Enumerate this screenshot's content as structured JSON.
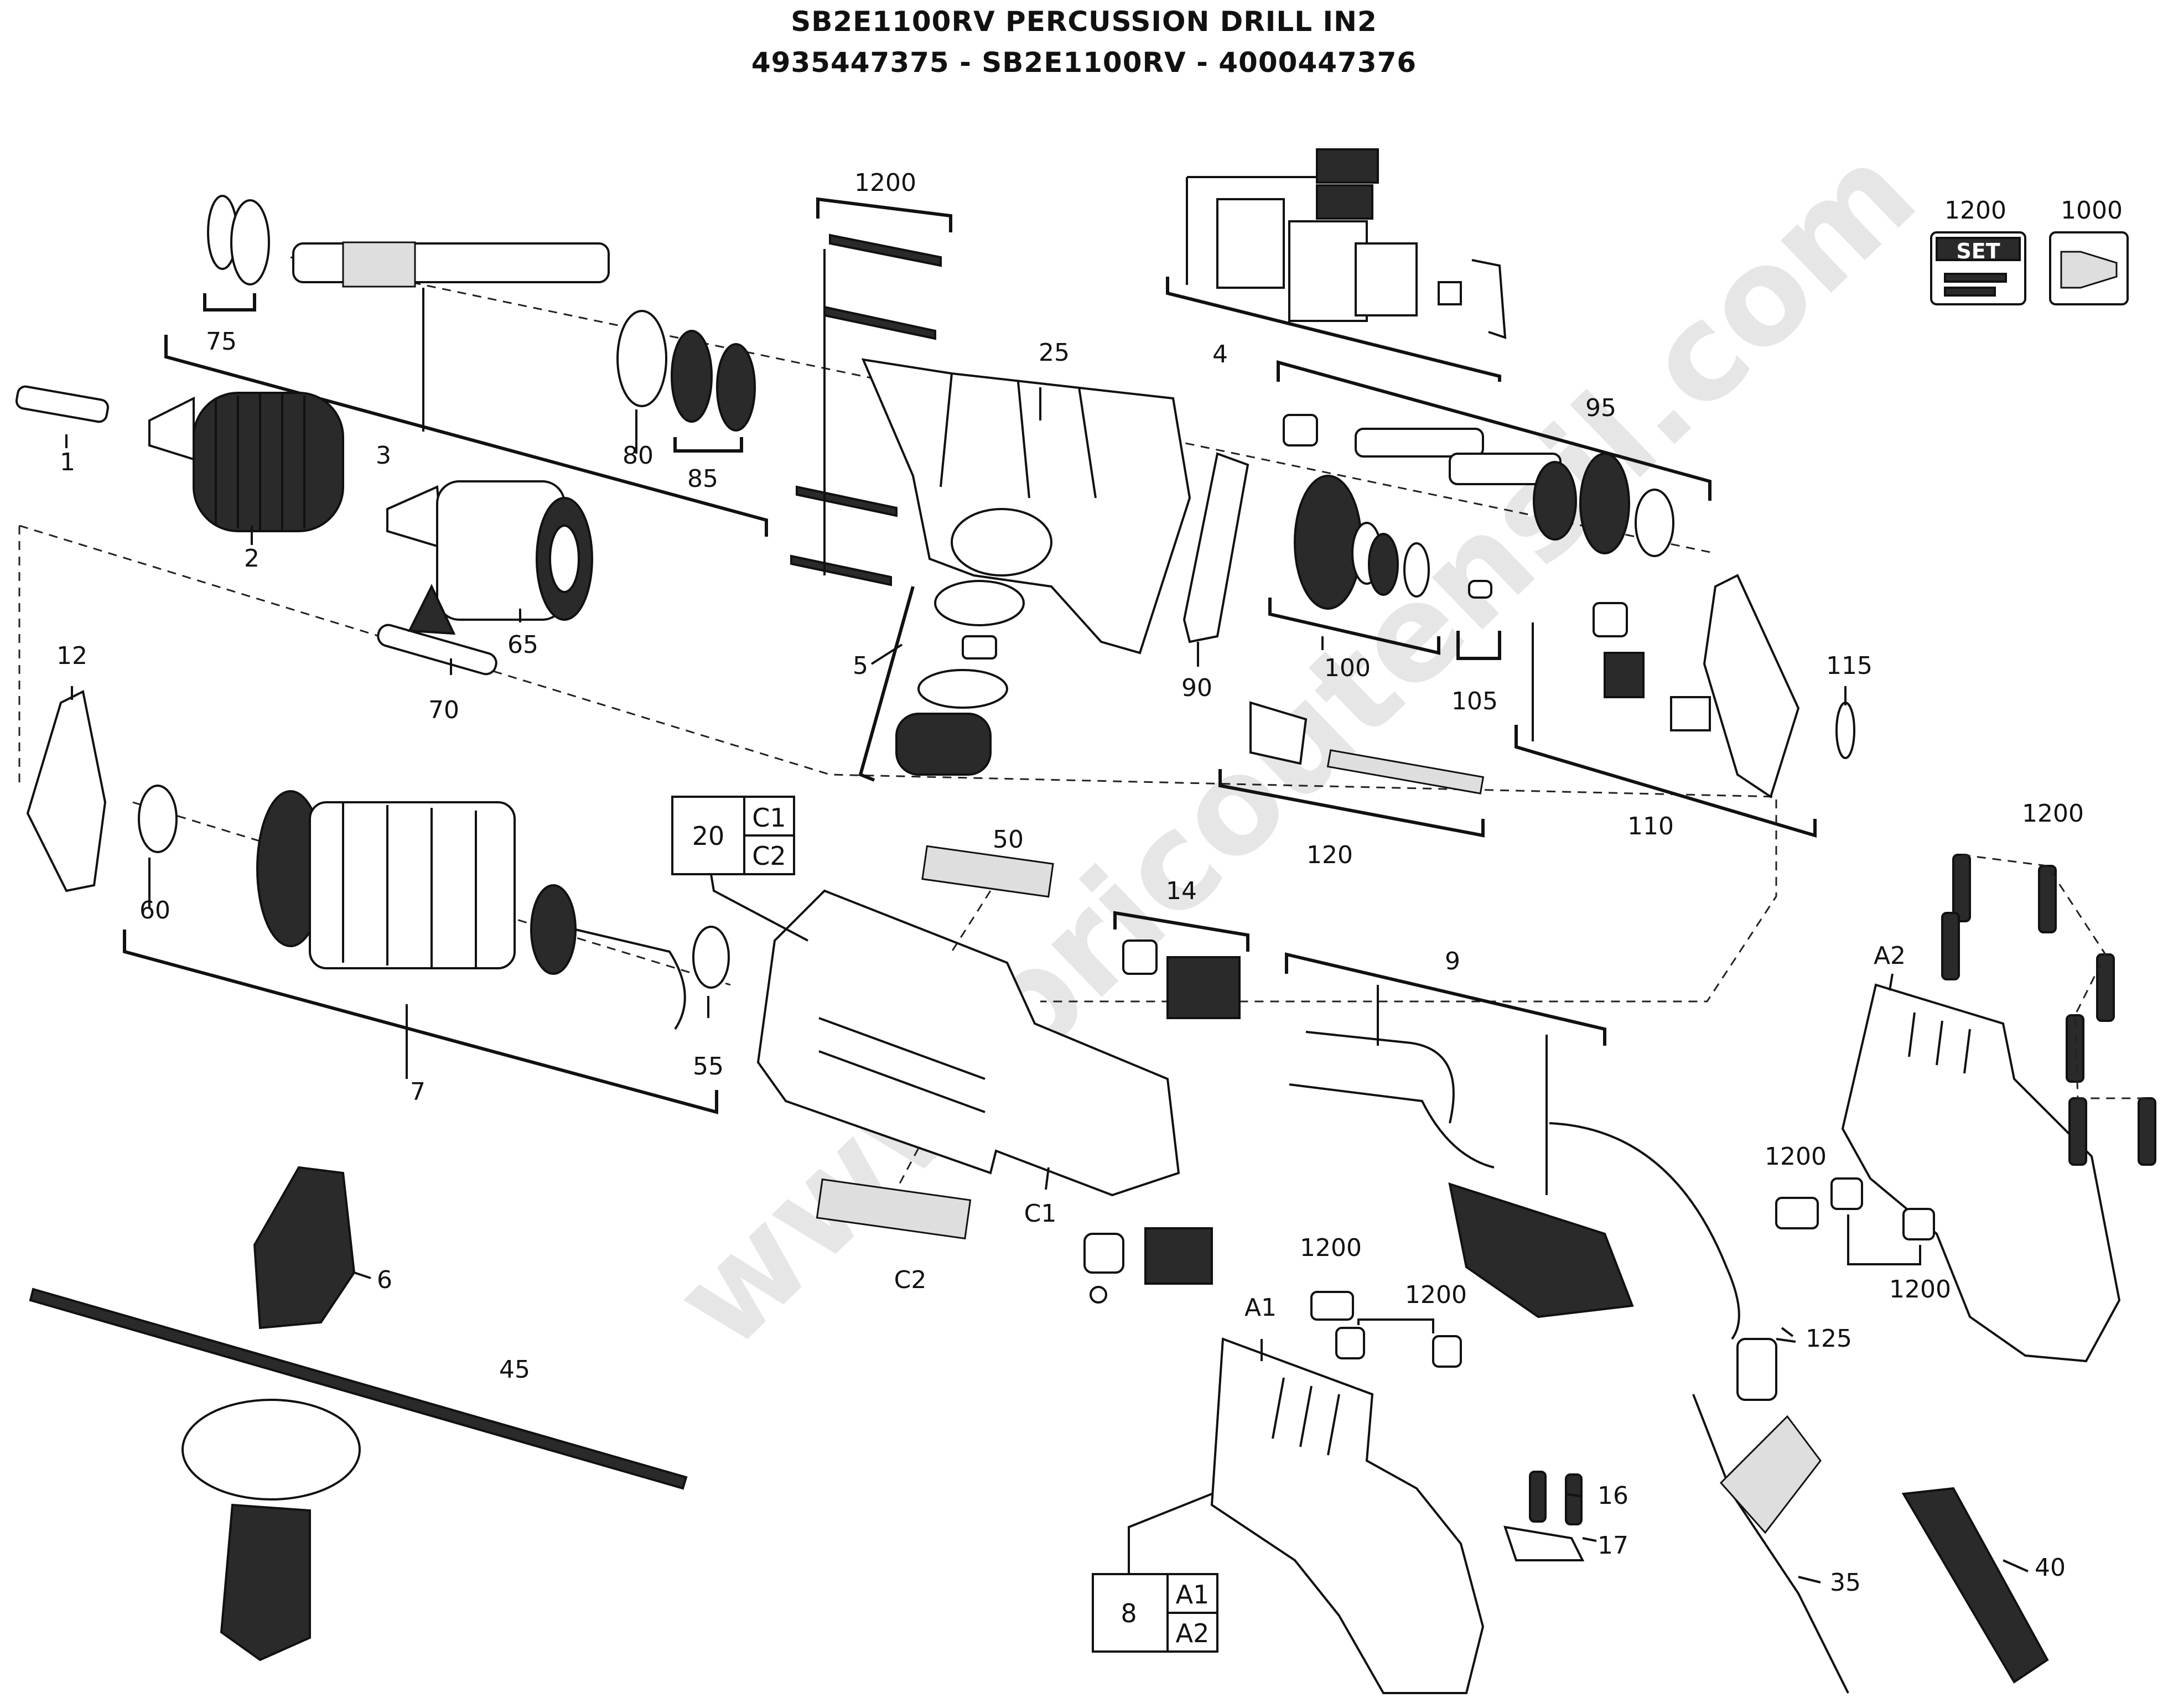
{
  "header": {
    "title": "SB2E1100RV PERCUSSION DRILL IN2",
    "subtitle": "4935447375 - SB2E1100RV - 4000447376"
  },
  "watermark": "www.bricoutensil.com",
  "legend": {
    "set_number": "1200",
    "set_label": "SET",
    "grease_number": "1000"
  },
  "callouts": [
    {
      "id": "1",
      "label": "1"
    },
    {
      "id": "2",
      "label": "2"
    },
    {
      "id": "3",
      "label": "3"
    },
    {
      "id": "4",
      "label": "4"
    },
    {
      "id": "5",
      "label": "5"
    },
    {
      "id": "6",
      "label": "6"
    },
    {
      "id": "7",
      "label": "7"
    },
    {
      "id": "9",
      "label": "9"
    },
    {
      "id": "12",
      "label": "12"
    },
    {
      "id": "14",
      "label": "14"
    },
    {
      "id": "16",
      "label": "16"
    },
    {
      "id": "17",
      "label": "17"
    },
    {
      "id": "25",
      "label": "25"
    },
    {
      "id": "35",
      "label": "35"
    },
    {
      "id": "40",
      "label": "40"
    },
    {
      "id": "45",
      "label": "45"
    },
    {
      "id": "50",
      "label": "50"
    },
    {
      "id": "55",
      "label": "55"
    },
    {
      "id": "60",
      "label": "60"
    },
    {
      "id": "65",
      "label": "65"
    },
    {
      "id": "70",
      "label": "70"
    },
    {
      "id": "75",
      "label": "75"
    },
    {
      "id": "80",
      "label": "80"
    },
    {
      "id": "85",
      "label": "85"
    },
    {
      "id": "90",
      "label": "90"
    },
    {
      "id": "95",
      "label": "95"
    },
    {
      "id": "100",
      "label": "100"
    },
    {
      "id": "105",
      "label": "105"
    },
    {
      "id": "110",
      "label": "110"
    },
    {
      "id": "115",
      "label": "115"
    },
    {
      "id": "120",
      "label": "120"
    },
    {
      "id": "125",
      "label": "125"
    },
    {
      "id": "1200-top",
      "label": "1200"
    },
    {
      "id": "1200-right",
      "label": "1200"
    },
    {
      "id": "1200-a2-left",
      "label": "1200"
    },
    {
      "id": "1200-a2-bottom",
      "label": "1200"
    },
    {
      "id": "1200-a1-top",
      "label": "1200"
    },
    {
      "id": "1200-a1-right",
      "label": "1200"
    },
    {
      "id": "A1",
      "label": "A1"
    },
    {
      "id": "A2",
      "label": "A2"
    },
    {
      "id": "C1",
      "label": "C1"
    },
    {
      "id": "C2",
      "label": "C2"
    }
  ],
  "assembly_boxes": [
    {
      "id": "20",
      "number": "20",
      "parts": [
        "C1",
        "C2"
      ]
    },
    {
      "id": "8",
      "number": "8",
      "parts": [
        "A1",
        "A2"
      ]
    }
  ]
}
